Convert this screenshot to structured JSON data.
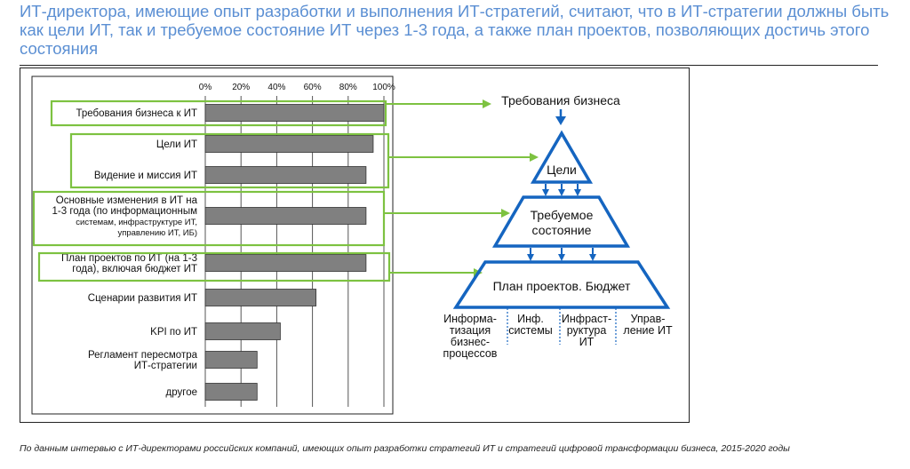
{
  "title": "ИТ-директора, имеющие опыт разработки и выполнения ИТ-стратегий, считают, что в ИТ-стратегии должны быть как цели ИТ, так и требуемое состояние ИТ через 1-3 года, а также план проектов, позволяющих достичь этого состояния",
  "footer": "По данным интервью с ИТ-директорами российских компаний,  имеющих опыт разработки стратегий ИТ и стратегий цифровой трансформации бизнеса, 2015-2020 годы",
  "colors": {
    "title": "#5b8fd3",
    "bar": "#808080",
    "highlight": "#7dc241",
    "pyramid": "#1565c0"
  },
  "chart_data": {
    "type": "bar",
    "orientation": "horizontal",
    "xlim": [
      0,
      100
    ],
    "x_ticks": [
      "0%",
      "20%",
      "40%",
      "60%",
      "80%",
      "100%"
    ],
    "grid": true,
    "categories": [
      [
        "Требования бизнеса к ИТ"
      ],
      [
        "Цели ИТ"
      ],
      [
        "Видение и миссия ИТ"
      ],
      [
        "Основные изменения в ИТ на",
        "1-3 года (по информационным",
        "системам, инфраструктуре ИТ,",
        "управлению ИТ, ИБ)"
      ],
      [
        "План проектов по ИТ (на 1-3",
        "года), включая бюджет ИТ"
      ],
      [
        "Сценарии развития ИТ"
      ],
      [
        "KPI по ИТ"
      ],
      [
        "Регламент пересмотра",
        "ИТ-стратегии"
      ],
      [
        "другое"
      ]
    ],
    "values": [
      100,
      94,
      90,
      90,
      90,
      62,
      42,
      29,
      29
    ]
  },
  "diagram": {
    "top_label": "Требования бизнеса",
    "tiers": [
      "Цели",
      "Требуемое состояние",
      "План проектов. Бюджет"
    ],
    "tier_lines": [
      [
        "Цели"
      ],
      [
        "Требуемое",
        "состояние"
      ],
      [
        "План проектов. Бюджет"
      ]
    ],
    "columns": [
      [
        "Информа-",
        "тизация",
        "бизнес-",
        "процессов"
      ],
      [
        "Инф.",
        "системы"
      ],
      [
        "Инфраст-",
        "руктура",
        "ИТ"
      ],
      [
        "Управ-",
        "ление ИТ"
      ]
    ]
  }
}
